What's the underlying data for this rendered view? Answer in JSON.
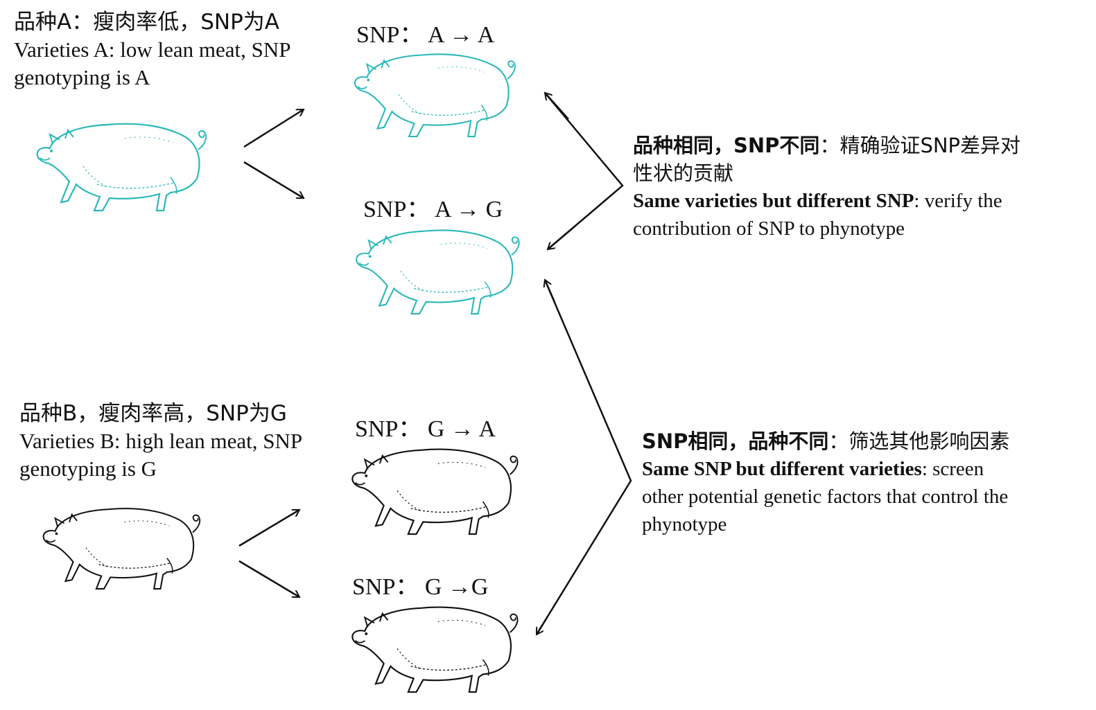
{
  "colors": {
    "teal": "#2ab8b8",
    "black": "#111111"
  },
  "varietyA": {
    "title_zh": "品种A：瘦肉率低，SNP为A",
    "line1": "Varieties A:  low lean meat, SNP",
    "line2": "genotyping  is A"
  },
  "varietyB": {
    "title_zh": "品种B，瘦肉率高，SNP为G",
    "line1": "Varieties B: high lean meat, SNP",
    "line2": "genotyping  is G"
  },
  "snp": {
    "aa": "SNP： A → A",
    "ag": "SNP： A → G",
    "ga": "SNP： G → A",
    "gg": "SNP： G →G"
  },
  "note_same_variety": {
    "bold_zh": "品种相同，",
    "bold_snp": "SNP不同",
    "rest_zh": "：精确验证SNP差异对",
    "line2_zh": "性状的贡献",
    "bold_en": "Same varieties but different SNP",
    "rest_en": ": verify the",
    "line4": "contribution  of SNP to phynotype"
  },
  "note_same_snp": {
    "bold_zh": "SNP相同，品种不同",
    "rest_zh": "：筛选其他影响因素",
    "bold_en": "Same SNP but different varieties",
    "rest_en": ": screen",
    "line3": "other potential  genetic  factors that control the",
    "line4": "phynotype"
  }
}
